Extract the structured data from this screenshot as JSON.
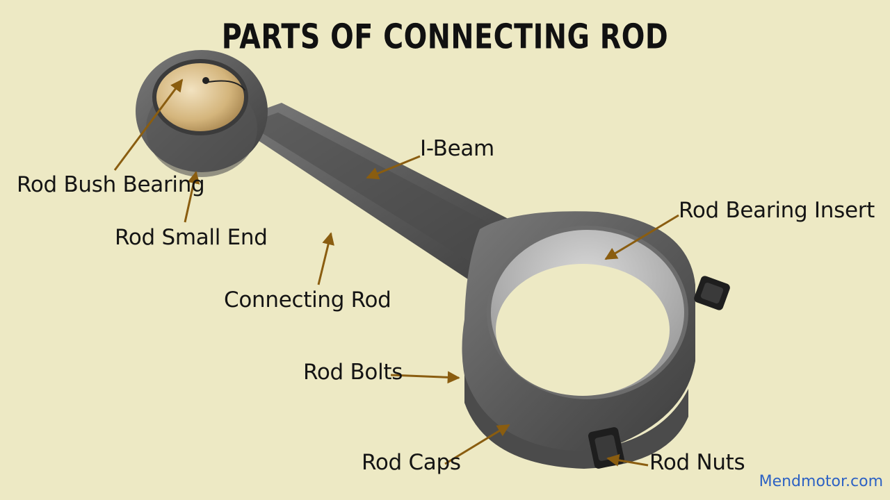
{
  "title": "PARTS OF CONNECTING ROD",
  "labels": {
    "rod_bush_bearing": "Rod Bush Bearing",
    "rod_small_end": "Rod Small End",
    "i_beam": "I-Beam",
    "connecting_rod": "Connecting Rod",
    "rod_bearing_insert": "Rod Bearing Insert",
    "rod_bolts": "Rod Bolts",
    "rod_caps": "Rod Caps",
    "rod_nuts": "Rod Nuts"
  },
  "brand": "Mendmotor.com",
  "colors": {
    "background": "#ede9c4",
    "leader_line": "#8a5d10",
    "metal": "#5f5f5f",
    "bronze": "#cfae74",
    "brand": "#2d62c4"
  }
}
